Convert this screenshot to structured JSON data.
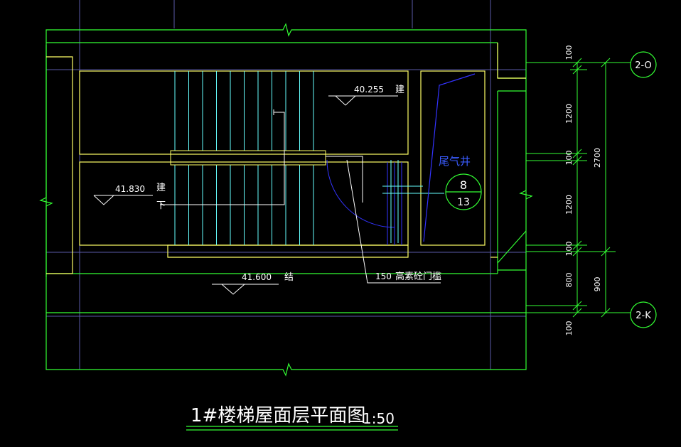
{
  "drawing": {
    "title": "1#楼梯屋面层平面图",
    "scale": "1:50",
    "elevations": {
      "upper": "40.255",
      "left": "41.830",
      "lower": "41.600"
    },
    "elevation_marks": {
      "upper": "建",
      "left": "建",
      "lower": "结"
    },
    "down_label": "下",
    "shaft_label": "尾气井",
    "detail_index": {
      "number": "8",
      "sheet": "13"
    },
    "threshold_note": {
      "size": "150",
      "text": "高素砼门槛"
    },
    "grid_axes": {
      "top": "2-O",
      "bottom": "2-K"
    },
    "dimensions": {
      "d1": "100",
      "d2": "1200",
      "d3": "100",
      "d4": "1200",
      "d5": "100",
      "d6": "800",
      "d7": "100",
      "total_upper": "2700",
      "total_lower": "900"
    },
    "colors": {
      "background": "#000000",
      "wall": "#33ff33",
      "outline": "#ffff66",
      "stair": "#66ffff",
      "gridline": "#6666cc",
      "blue": "#3333ff",
      "text": "#ffffff"
    }
  }
}
